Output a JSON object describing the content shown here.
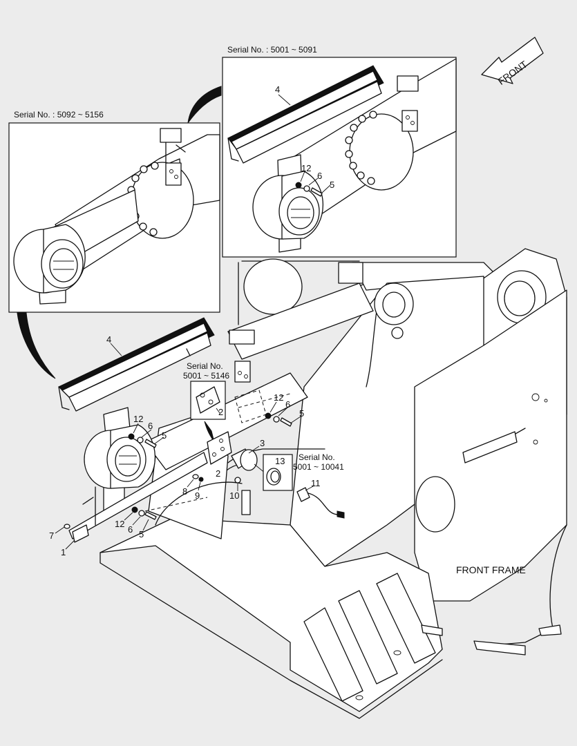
{
  "inset_left": {
    "serial": "Serial No. : 5092 ~ 5156"
  },
  "inset_right": {
    "serial": "Serial No. : 5001 ~ 5091",
    "callouts": [
      "4",
      "12",
      "6",
      "5"
    ]
  },
  "direction": {
    "label": "FRONT"
  },
  "frame_label": "FRONT FRAME",
  "serial_plate": {
    "title": "Serial No.",
    "range": "5001 ~ 5146",
    "part": "2"
  },
  "serial_bushing": {
    "title": "Serial No.",
    "range": "5001 ~ 10041",
    "part": "13"
  },
  "callouts": [
    "4",
    "12",
    "6",
    "5",
    "12",
    "6",
    "5",
    "2",
    "3",
    "8",
    "9",
    "10",
    "11",
    "12",
    "6",
    "5",
    "7",
    "1"
  ]
}
